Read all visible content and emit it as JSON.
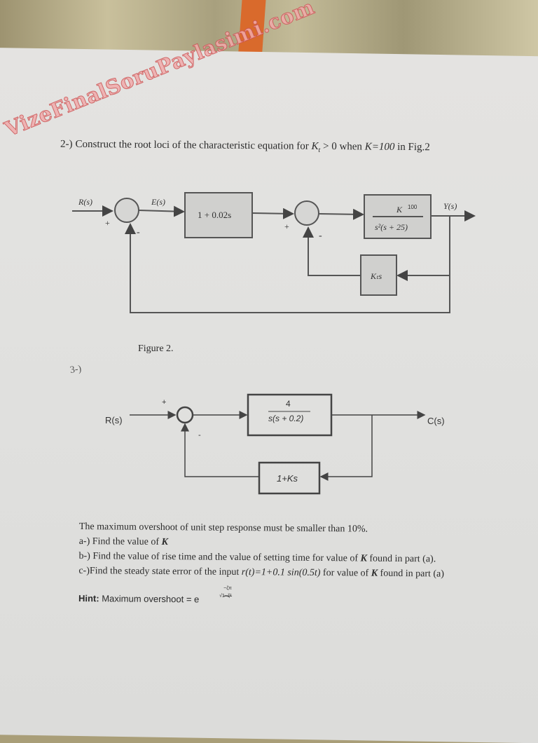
{
  "watermark": "VizeFinalSoruPaylasimi.com",
  "q2": {
    "number": "2-)",
    "text_before": "Construct the root loci of the characteristic equation for ",
    "kt": "K",
    "kt_sub": "t",
    "text_mid": " > 0 when ",
    "k_eq": "K=100",
    "text_after": " in Fig.2"
  },
  "fig2": {
    "input": "R(s)",
    "error": "E(s)",
    "output": "Y(s)",
    "block1": "1 + 0.02s",
    "block2_num": "K",
    "block2_annot": "100",
    "block2_den": "s²(s + 25)",
    "feedback_block": "Kₜs",
    "plus": "+",
    "minus": "-",
    "caption": "Figure 2."
  },
  "q3": {
    "number": "3-)",
    "input": "R(s)",
    "output": "C(s)",
    "plus": "+",
    "minus": "-",
    "forward_num": "4",
    "forward_den": "s(s + 0.2)",
    "feedback_block": "1+Ks",
    "statement": "The maximum overshoot of unit step response must be smaller than 10%.",
    "a": "a-) Find the value of ",
    "a_k": "K",
    "b": "b-) Find the value of rise time and the value of setting time for value of ",
    "b_k": "K",
    "b_end": " found in part (a).",
    "c": "c-)Find the steady state error of the input ",
    "c_input": "r(t)=1+0.1 sin(0.5t)",
    "c_mid": " for value of ",
    "c_k": "K",
    "c_end": " found in part (a)",
    "hint_label": "Hint:",
    "hint_text": " Maximum overshoot = e",
    "hint_exp_num": "−ζπ",
    "hint_exp_den": "√1−ζ²"
  }
}
